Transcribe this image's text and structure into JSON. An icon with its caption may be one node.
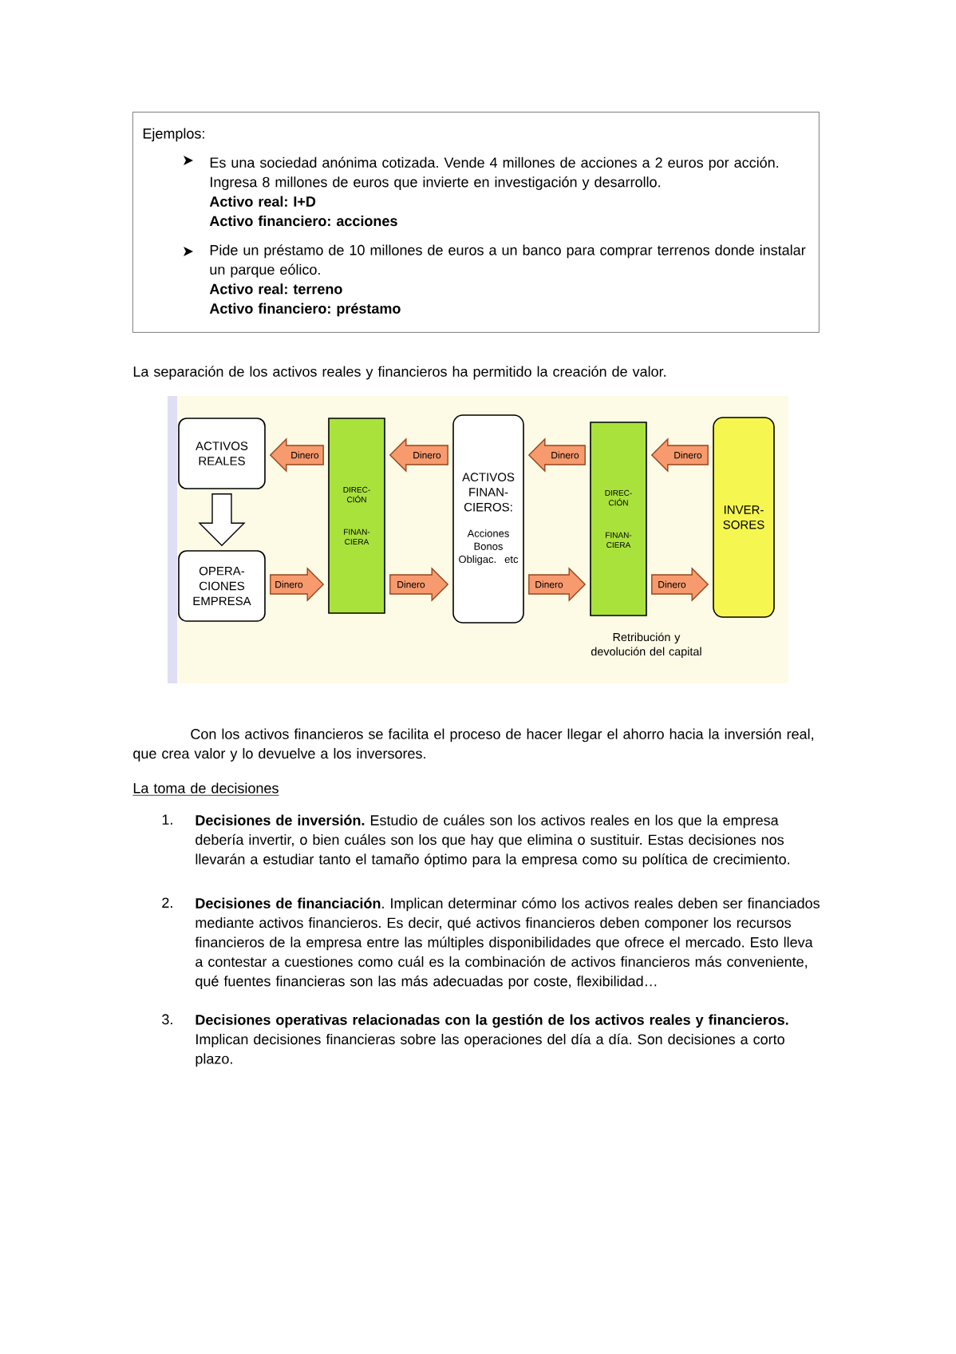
{
  "diagram": {
    "nodes": [
      {
        "text": [
          "Ejemplos:",
          "Es una sociedad anónima cotizada. Vende 4 millones de acciones a 2 euros por acción. Ingresa 8 millones de euros que invierte en investigación y desarrollo.",
          "Activo real: I+D",
          "Activo financiero: acciones",
          "Pide un préstamo de 10 millones de euros a un banco para comprar terrenos donde instalar un parque eólico.",
          "Activo real: terreno",
          "Activo financiero: préstamo"
        ]
      },
      {
        "text": [
          "ACTIVOS REALES"
        ]
      },
      {
        "text": [
          "OPERA- CIONES EMPRESA"
        ]
      },
      {
        "text": [
          "DIREC- CIÓN",
          "FINAN- CIERA"
        ]
      },
      {
        "text": [
          "ACTIVOS FINAN- CIEROS:",
          "Acciones Bonos Obligac. etc"
        ]
      },
      {
        "text": [
          "DIREC- CIÓN",
          "FINAN- CIERA"
        ]
      },
      {
        "text": [
          "INVER- SORES"
        ]
      }
    ],
    "edges": [
      {
        "from": 1,
        "to": 2,
        "arrow": "to",
        "color": "#ffffff"
      },
      {
        "from": 3,
        "to": 1,
        "arrow": "to",
        "label": "Dinero"
      },
      {
        "from": 4,
        "to": 3,
        "arrow": "to",
        "label": "Dinero"
      },
      {
        "from": 5,
        "to": 4,
        "arrow": "to",
        "label": "Dinero"
      },
      {
        "from": 6,
        "to": 5,
        "arrow": "to",
        "label": "Dinero"
      },
      {
        "from": 2,
        "to": 3,
        "arrow": "to",
        "label": "Dinero"
      },
      {
        "from": 3,
        "to": 4,
        "arrow": "to",
        "label": "Dinero"
      },
      {
        "from": 4,
        "to": 5,
        "arrow": "to",
        "label": "Dinero"
      },
      {
        "from": 5,
        "to": 6,
        "arrow": "to",
        "label": "Dinero"
      }
    ],
    "labels": [
      "La separación de los activos reales y financieros ha permitido la creación de valor.",
      "Retribución y devolución del capital",
      "Con los activos financieros se facilita el proceso de hacer llegar el ahorro hacia la inversión real, que crea valor y lo devuelve a los inversores.",
      "La toma de decisiones",
      "1.",
      "**Decisiones de inversión.** Estudio de cuáles son los activos reales en los que la empresa debería invertir, o bien cuáles son los que hay que elimina o sustituir. Estas decisiones nos llevarán a estudiar tanto el tamaño óptimo para la empresa como su política de crecimiento.",
      "2.",
      "**Decisiones de financiación**. Implican determinar cómo los activos reales deben ser financiados mediante activos financieros. Es decir, qué activos financieros deben componer los recursos financieros de la empresa entre las múltiples disponibilidades que ofrece el mercado. Esto lleva a contestar a cuestiones como cuál es la combinación de activos financieros más conveniente, qué fuentes financieras son las más adecuadas por coste, flexibilidad…",
      "3.",
      "**Decisiones operativas relacionadas con la gestión de los activos reales y financieros.** Implican decisiones financieras sobre las operaciones del día a día. Son decisiones a corto plazo."
    ]
  }
}
